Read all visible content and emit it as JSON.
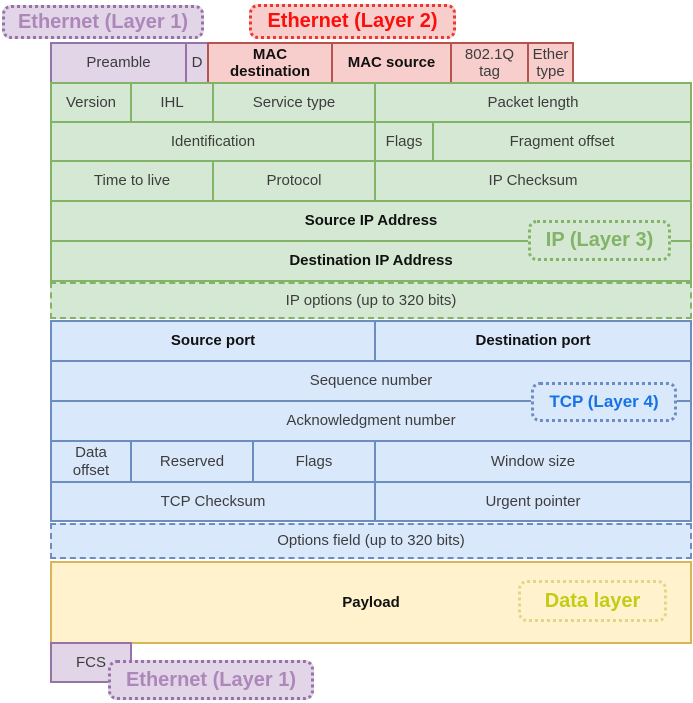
{
  "layer_labels": {
    "ethernet_l1_top": "Ethernet (Layer 1)",
    "ethernet_l2": "Ethernet (Layer 2)",
    "ip_l3": "IP (Layer 3)",
    "tcp_l4": "TCP (Layer 4)",
    "data_layer": "Data layer",
    "ethernet_l1_bottom": "Ethernet (Layer 1)"
  },
  "ethernet_header": {
    "preamble": "Preamble",
    "sfd": "D",
    "mac_destination": "MAC destination",
    "mac_source": "MAC source",
    "vlan_tag": "802.1Q tag",
    "ether_type": "Ether type",
    "fcs": "FCS"
  },
  "ip_header": {
    "version": "Version",
    "ihl": "IHL",
    "service_type": "Service type",
    "packet_length": "Packet length",
    "identification": "Identification",
    "flags": "Flags",
    "fragment_offset": "Fragment offset",
    "time_to_live": "Time to live",
    "protocol": "Protocol",
    "checksum": "IP Checksum",
    "source_ip": "Source IP Address",
    "destination_ip": "Destination IP Address",
    "options": "IP options (up to 320 bits)"
  },
  "tcp_header": {
    "source_port": "Source port",
    "destination_port": "Destination port",
    "sequence_number": "Sequence number",
    "acknowledgment_number": "Acknowledgment number",
    "data_offset": "Data offset",
    "reserved": "Reserved",
    "flags": "Flags",
    "window_size": "Window size",
    "checksum": "TCP Checksum",
    "urgent_pointer": "Urgent pointer",
    "options": "Options field (up to 320 bits)"
  },
  "payload": {
    "label": "Payload"
  },
  "colors": {
    "purple_fill": "#e1d5e7",
    "purple_stroke": "#9673a6",
    "red_fill": "#f8cecc",
    "red_stroke": "#b85450",
    "green_fill": "#d5e8d4",
    "green_stroke": "#82b366",
    "blue_fill": "#dae8fc",
    "blue_stroke": "#6c8ebf",
    "yellow_fill": "#fff2cc",
    "yellow_stroke": "#d6b656",
    "eth1_label_text": "#ae87ba",
    "eth2_label_text": "#fa0f0c",
    "ip_label_text": "#82b366",
    "tcp_label_text": "#1673e6",
    "data_label_text": "#c3cc16"
  }
}
